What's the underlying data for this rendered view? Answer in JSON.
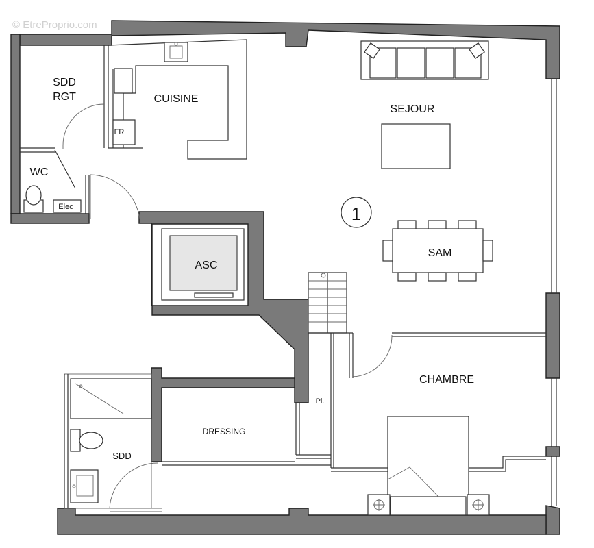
{
  "watermark": "© EtreProprio.com",
  "floor": {
    "number": "1"
  },
  "rooms": {
    "sdd_rgt_line1": "SDD",
    "sdd_rgt_line2": "RGT",
    "cuisine": "CUISINE",
    "fr": "FR",
    "wc": "WC",
    "elec": "Elec",
    "sejour": "SEJOUR",
    "asc": "ASC",
    "sam": "SAM",
    "chambre": "CHAMBRE",
    "pl": "Pl.",
    "dressing": "DRESSING",
    "sdd": "SDD"
  }
}
